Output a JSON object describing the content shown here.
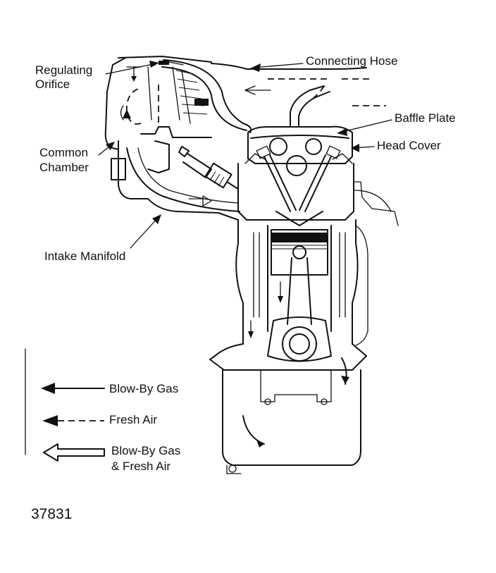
{
  "labels": {
    "connecting_hose": "Connecting Hose",
    "regulating_orifice_line1": "Regulating",
    "regulating_orifice_line2": "Orifice",
    "baffle_plate": "Baffle Plate",
    "head_cover": "Head Cover",
    "common_chamber_line1": "Common",
    "common_chamber_line2": "Chamber",
    "intake_manifold": "Intake Manifold"
  },
  "legend": {
    "blow_by_gas": "Blow-By Gas",
    "fresh_air": "Fresh Air",
    "mixed_line1": "Blow-By Gas",
    "mixed_line2": "& Fresh Air"
  },
  "figure_number": "37831"
}
